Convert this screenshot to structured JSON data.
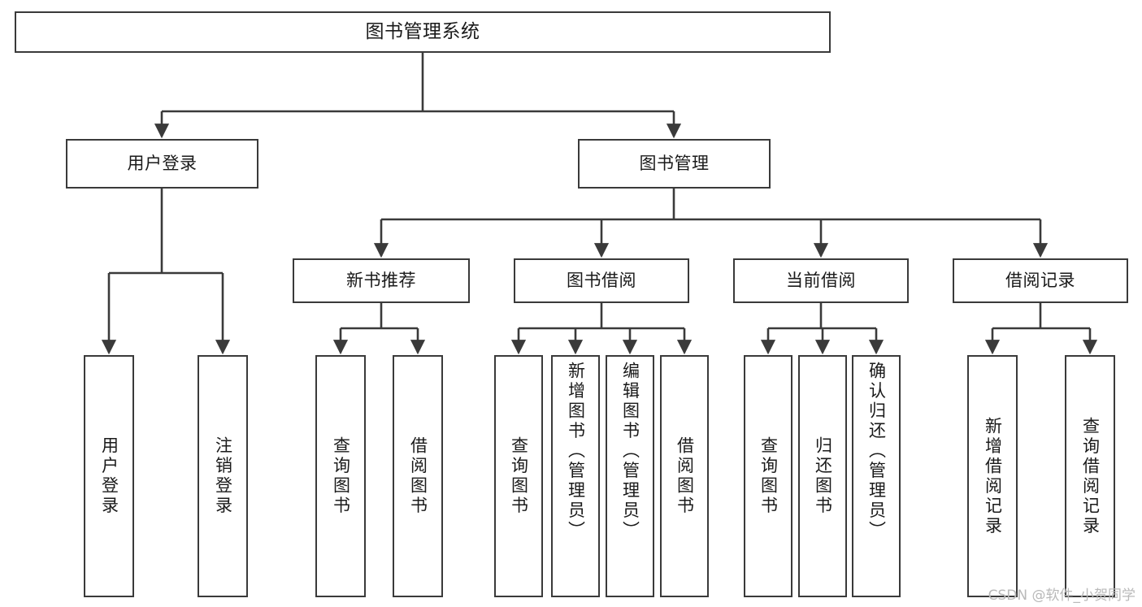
{
  "diagram": {
    "title": "图书管理系统",
    "type": "hierarchy-tree",
    "orientation": "top-down",
    "colors": {
      "box_border": "#3a3a3a",
      "box_fill": "#ffffff",
      "edge": "#3a3a3a",
      "text": "#1a1a1a",
      "background": "#ffffff",
      "watermark": "#b9b9b9"
    },
    "watermark": "CSDN @软件_小贺同学",
    "nodes": {
      "root": {
        "label": "图书管理系统"
      },
      "level1": [
        {
          "id": "user-login",
          "label": "用户登录"
        },
        {
          "id": "book-management",
          "label": "图书管理"
        }
      ],
      "level2": [
        {
          "id": "new-book-recommend",
          "label": "新书推荐"
        },
        {
          "id": "book-borrow",
          "label": "图书借阅"
        },
        {
          "id": "current-borrow",
          "label": "当前借阅"
        },
        {
          "id": "borrow-record",
          "label": "借阅记录"
        }
      ],
      "leaves": [
        {
          "id": "leaf-user-login",
          "parent": "user-login",
          "label": "用户登录"
        },
        {
          "id": "leaf-logout",
          "parent": "user-login",
          "label": "注销登录"
        },
        {
          "id": "leaf-query-book-1",
          "parent": "new-book-recommend",
          "label": "查询图书"
        },
        {
          "id": "leaf-borrow-book-1",
          "parent": "new-book-recommend",
          "label": "借阅图书"
        },
        {
          "id": "leaf-query-book-2",
          "parent": "book-borrow",
          "label": "查询图书"
        },
        {
          "id": "leaf-add-book",
          "parent": "book-borrow",
          "label": "新增图书（管理员）"
        },
        {
          "id": "leaf-edit-book",
          "parent": "book-borrow",
          "label": "编辑图书（管理员）"
        },
        {
          "id": "leaf-borrow-book-2",
          "parent": "book-borrow",
          "label": "借阅图书"
        },
        {
          "id": "leaf-query-book-3",
          "parent": "current-borrow",
          "label": "查询图书"
        },
        {
          "id": "leaf-return-book",
          "parent": "current-borrow",
          "label": "归还图书"
        },
        {
          "id": "leaf-confirm-return",
          "parent": "current-borrow",
          "label": "确认归还（管理员）"
        },
        {
          "id": "leaf-add-record",
          "parent": "borrow-record",
          "label": "新增借阅记录"
        },
        {
          "id": "leaf-query-record",
          "parent": "borrow-record",
          "label": "查询借阅记录"
        }
      ]
    }
  }
}
